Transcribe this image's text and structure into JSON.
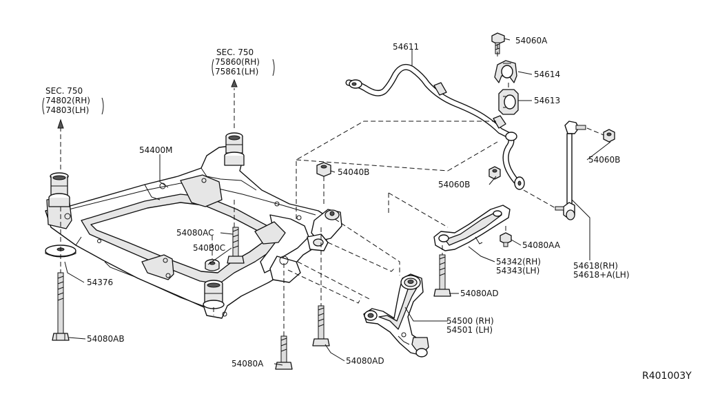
{
  "diagram": {
    "reference_code": "R401003Y",
    "callouts": {
      "sec_750_upper": {
        "line1": "SEC. 750",
        "line2": "75860(RH)",
        "line3": "75861(LH)"
      },
      "sec_750_left": {
        "line1": "SEC. 750",
        "line2": "74802(RH)",
        "line3": "74803(LH)"
      },
      "crossmember": "54400M",
      "stabilizer_bar": "54611",
      "bushing_clamp_bolt": "54060A",
      "bushing_clamp": "54614",
      "stabilizer_bushing": "54613",
      "stabilizer_nut_b_right": "54060B",
      "stabilizer_nut_b_left": "54060B",
      "nut_54040b": "54040B",
      "bolt_54080ac": "54080AC",
      "washer_54080c": "540B0C",
      "mount_washer": "54376",
      "bolt_54080ab": "54080AB",
      "bolt_54080a": "54080A",
      "bolt_54080ad_center": "54080AD",
      "bolt_54080ad_right": "54080AD",
      "bolt_54080aa": "54080AA",
      "bracket": {
        "rh": "54342(RH)",
        "lh": "54343(LH)"
      },
      "lower_arm": {
        "rh": "54500 (RH)",
        "lh": "54501 (LH)"
      },
      "stabilizer_link": {
        "rh": "54618(RH)",
        "lh": "54618+A(LH)"
      }
    }
  }
}
